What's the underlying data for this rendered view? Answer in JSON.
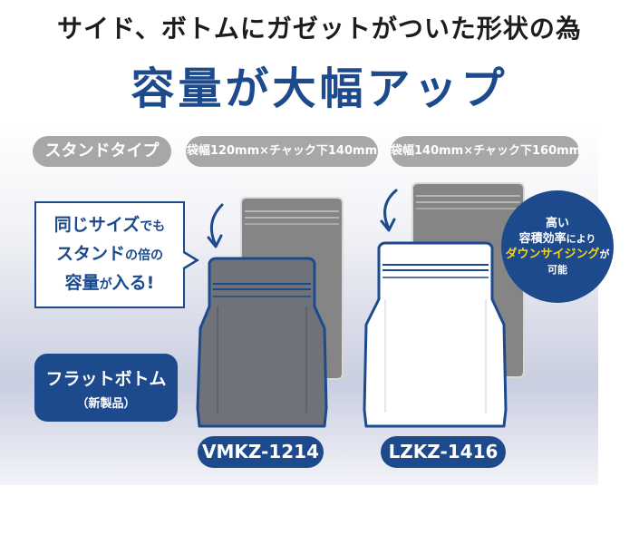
{
  "headline": {
    "line1": "サイド、ボトムにガゼットがついた形状の為",
    "line2": "容量が大幅アップ"
  },
  "labels": {
    "stand_type": "スタンドタイプ",
    "size_a": "袋幅120mm×チャック下140mm",
    "size_b": "袋幅140mm×チャック下160mm"
  },
  "callout": {
    "line1_a": "同じサイズ",
    "line1_b": "でも",
    "line2_a": "スタンド",
    "line2_b": "の倍の",
    "line3_a": "容量",
    "line3_b": "が",
    "line3_c": "入る!"
  },
  "flat_bottom": {
    "title": "フラットボトム",
    "sub": "（新製品）"
  },
  "models": {
    "a": "VMKZ-1214",
    "b": "LZKZ-1416"
  },
  "badge": {
    "line1": "高い",
    "line2_a": "容積効率",
    "line2_b": "により",
    "line3_a": "ダウンサイジング",
    "line3_b": "が",
    "line4": "可能"
  },
  "colors": {
    "navy": "#1d4a8c",
    "gray_pill": "#a7a7a7",
    "yellow": "#f7d21a",
    "pouch_gray": "#7d7d7d"
  },
  "icons": [
    "curved-arrow-icon",
    "standup-pouch-icon",
    "flat-bottom-pouch-icon"
  ]
}
